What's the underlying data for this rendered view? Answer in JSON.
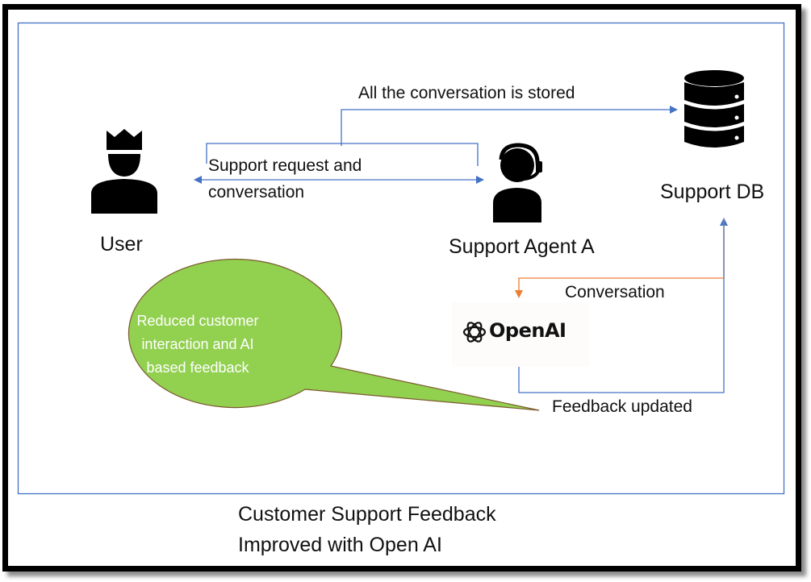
{
  "diagram": {
    "nodes": {
      "user": {
        "label": "User",
        "icon": "user-crown-icon"
      },
      "agent": {
        "label": "Support Agent A",
        "icon": "headset-agent-icon"
      },
      "db": {
        "label": "Support DB",
        "icon": "database-icon"
      },
      "openai": {
        "label": "OpenAI",
        "icon": "openai-logo-icon"
      }
    },
    "edges": {
      "stored": {
        "label": "All the conversation is stored",
        "color": "#4472C4"
      },
      "request_line1": "Support request and",
      "request_line2": "conversation",
      "conversation": {
        "label": "Conversation",
        "color": "#ED7D31"
      },
      "feedback": {
        "label": "Feedback updated",
        "color": "#4472C4"
      }
    },
    "callout": {
      "line1": "Reduced customer",
      "line2": "interaction and AI",
      "line3": "based feedback",
      "fill": "#92D050",
      "stroke": "#7B5A2E"
    },
    "caption": {
      "line1": "Customer Support Feedback",
      "line2": "Improved with Open AI"
    },
    "colors": {
      "frame": "#000000",
      "inner_border": "#4472C4"
    }
  }
}
